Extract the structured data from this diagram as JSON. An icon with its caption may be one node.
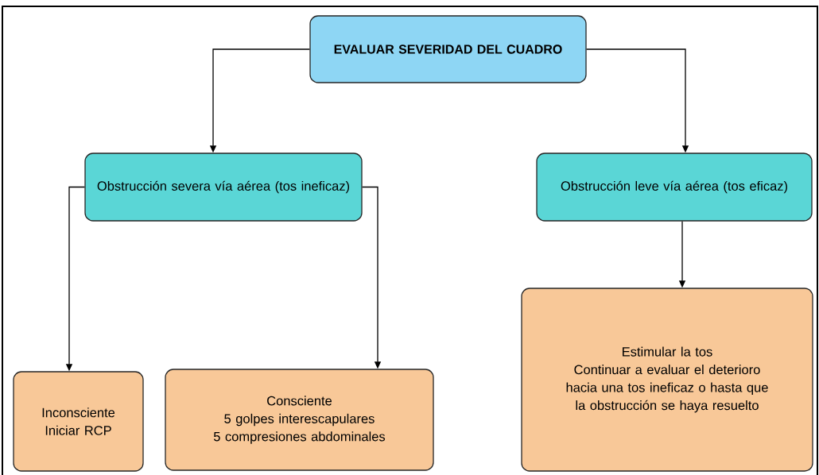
{
  "diagram": {
    "nodes": [
      {
        "text": [
          "EVALUAR SEVERIDAD DEL CUADRO"
        ]
      },
      {
        "text": [
          "Obstrucción severa vía aérea (tos ineficaz)"
        ]
      },
      {
        "text": [
          "Obstrucción leve vía aérea (tos eficaz)"
        ]
      },
      {
        "text": [
          "Inconsciente",
          "Iniciar RCP"
        ]
      },
      {
        "text": [
          "Consciente",
          "5 golpes interescapulares",
          "5 compresiones abdominales"
        ]
      },
      {
        "text": [
          "Estimular la tos",
          "Continuar a evaluar el deterioro hacia una tos ineficaz o hasta que la obstrucción se haya resuelto"
        ]
      }
    ],
    "edges": [
      {
        "from": 0,
        "to": 1,
        "arrow": "to"
      },
      {
        "from": 0,
        "to": 2,
        "arrow": "to"
      },
      {
        "from": 1,
        "to": 3,
        "arrow": "to"
      },
      {
        "from": 1,
        "to": 4,
        "arrow": "to"
      },
      {
        "from": 2,
        "to": 5,
        "arrow": "to"
      }
    ]
  }
}
